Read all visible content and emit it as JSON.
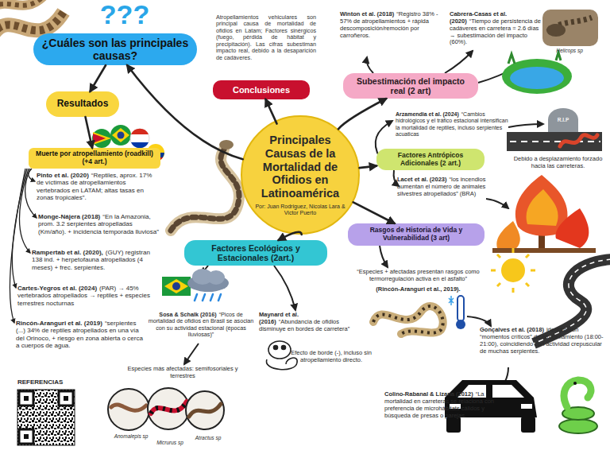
{
  "diagram": {
    "nodes": [
      {
        "text": [
          "Principales Causas de la Mortalidad de Ofidios en Latinoamérica",
          "Por: Juan Rodriguez, Nicolas Lara & Victor Puerto"
        ]
      },
      {
        "text": [
          "¿Cuáles son las principales causas?"
        ]
      },
      {
        "text": [
          "Resultados"
        ]
      },
      {
        "text": [
          "Muerte por atropellamiento (roadkill) (+4 art.)"
        ]
      },
      {
        "text": [
          "Conclusiones"
        ]
      },
      {
        "text": [
          "Subestimación del impacto real (2 art)"
        ]
      },
      {
        "text": [
          "Factores Antrópicos Adicionales (2 art.)"
        ]
      },
      {
        "text": [
          "Rasgos de Historia de Vida y Vulnerabilidad (3 art)"
        ]
      },
      {
        "text": [
          "Factores Ecológicos y Estacionales (2art.)"
        ]
      }
    ],
    "edges": [
      {
        "from": 0,
        "to": 1,
        "arrow": "to"
      },
      {
        "from": 1,
        "to": 2,
        "arrow": "to"
      },
      {
        "from": 2,
        "to": 3,
        "arrow": "to"
      },
      {
        "from": 0,
        "to": 4,
        "arrow": "to"
      },
      {
        "from": 0,
        "to": 5,
        "arrow": "to"
      },
      {
        "from": 0,
        "to": 6,
        "arrow": "to"
      },
      {
        "from": 0,
        "to": 7,
        "arrow": "to"
      },
      {
        "from": 0,
        "to": 8,
        "arrow": "to"
      }
    ],
    "labels": [
      "Atropellamientos vehiculares son principal causa de mortalidad de ofidios en Latam; Factores sinérgicos (fuego, pérdida de hábitat y precipitación). Las cifras subestiman impacto real, debido a la desaparición de cadáveres.",
      "Winton et al. (2018)",
      "“Registro 38% - 57% de atropellamientos + rápida descomposición/remoción por carroñeros.",
      "Cabrera-Casas et al. (2020)",
      "“Tiempo de persistencia de cadáveres en carretera = 2.6 días → subestimación del impacto (60%).",
      "Helicops sp",
      "Arzamendia et al. (2024)",
      "“Cambios hidrológicos y el tráfico estacional intensifican la mortalidad de reptiles, incluso serpientes acuaticas",
      "R.I.P",
      "Debido a desplazamiento forzado hacia las carreteras.",
      "Lacet et al. (2023)",
      "“los incendios aumentan el número de animales silvestres atropellados” (BRA)",
      "“Especies + afectadas presentan rasgos como termorregulación activa en el asfalto”",
      "(Rincón-Aranguri et al., 2019).",
      "Gonçalves et al. (2018)",
      "identificaron “momentos críticos” de atropellamiento (18:00-21:00), coincidiendo con actividad crepuscular de muchas serpientes.",
      "Colino-Rabanal & Lizana (2012)",
      "“La mortalidad en carreteras se relaciona con preferencia de microhábitats cálidos y búsqueda de presas o parejas.",
      "Maynard et al. (2016)",
      "“Abundancia de ofidios disminuye en bordes de carretera”",
      "Efecto de borde (-), incluso sin atropellamiento directo.",
      "Sosa & Schalk (2016)",
      "“Picos de mortalidad de ofidios en Brasil se asocian con su actividad estacional (épocas lluviosas)”",
      "Especies más afectadas: semifosoriales y terrestres",
      "Anomalepis sp",
      "Micrurus sp",
      "Atractus sp",
      "Pinto et al. (2020)",
      "“Reptiles, aprox. 17% de víctimas de atropellamientos vertebrados en LATAM; altas tasas en zonas tropicales”.",
      "Monge-Nájera (2018)",
      "“En la Amazonia, prom. 3.2 serpientes atropelladas (Km/año). + incidencia temporada lluviosa”",
      "Rampertab et al. (2020),",
      "(GUY) registran 138 ind. + herpetofauna atropellados (4 meses) + frec. serpientes.",
      "Cartes-Yegros et al. (2024)",
      "(PAR) → 45% vertebrados atropellados → reptiles + especies terrestres nocturnas",
      "Rincón-Aranguri et al. (2019)",
      "“serpientes (...) 34% de reptiles atropellados en una vía del Orinoco, + riesgo en zona abierta o cerca a cuerpos de agua.",
      "REFERENCIAS",
      "???"
    ]
  }
}
